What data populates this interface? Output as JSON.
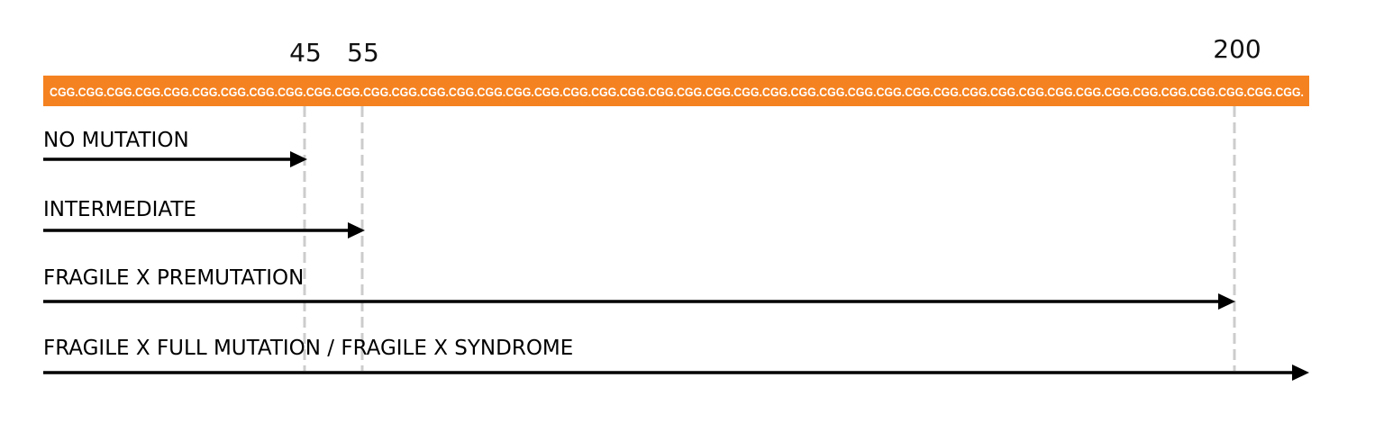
{
  "diagram": {
    "repeat_unit": "CGG.",
    "repeat_count": 44,
    "scale": {
      "ticks": [
        "45",
        "55",
        "200"
      ]
    },
    "categories": [
      {
        "label": "NO MUTATION",
        "end": "45"
      },
      {
        "label": "INTERMEDIATE",
        "end": "55"
      },
      {
        "label": "FRAGILE X PREMUTATION",
        "end": "200"
      },
      {
        "label": "FRAGILE X FULL MUTATION / FRAGILE X SYNDROME",
        "end": "beyond"
      }
    ],
    "colors": {
      "band": "#f58220",
      "band_text": "#ffffff",
      "arrow": "#000000",
      "guide": "#cccccc"
    }
  }
}
